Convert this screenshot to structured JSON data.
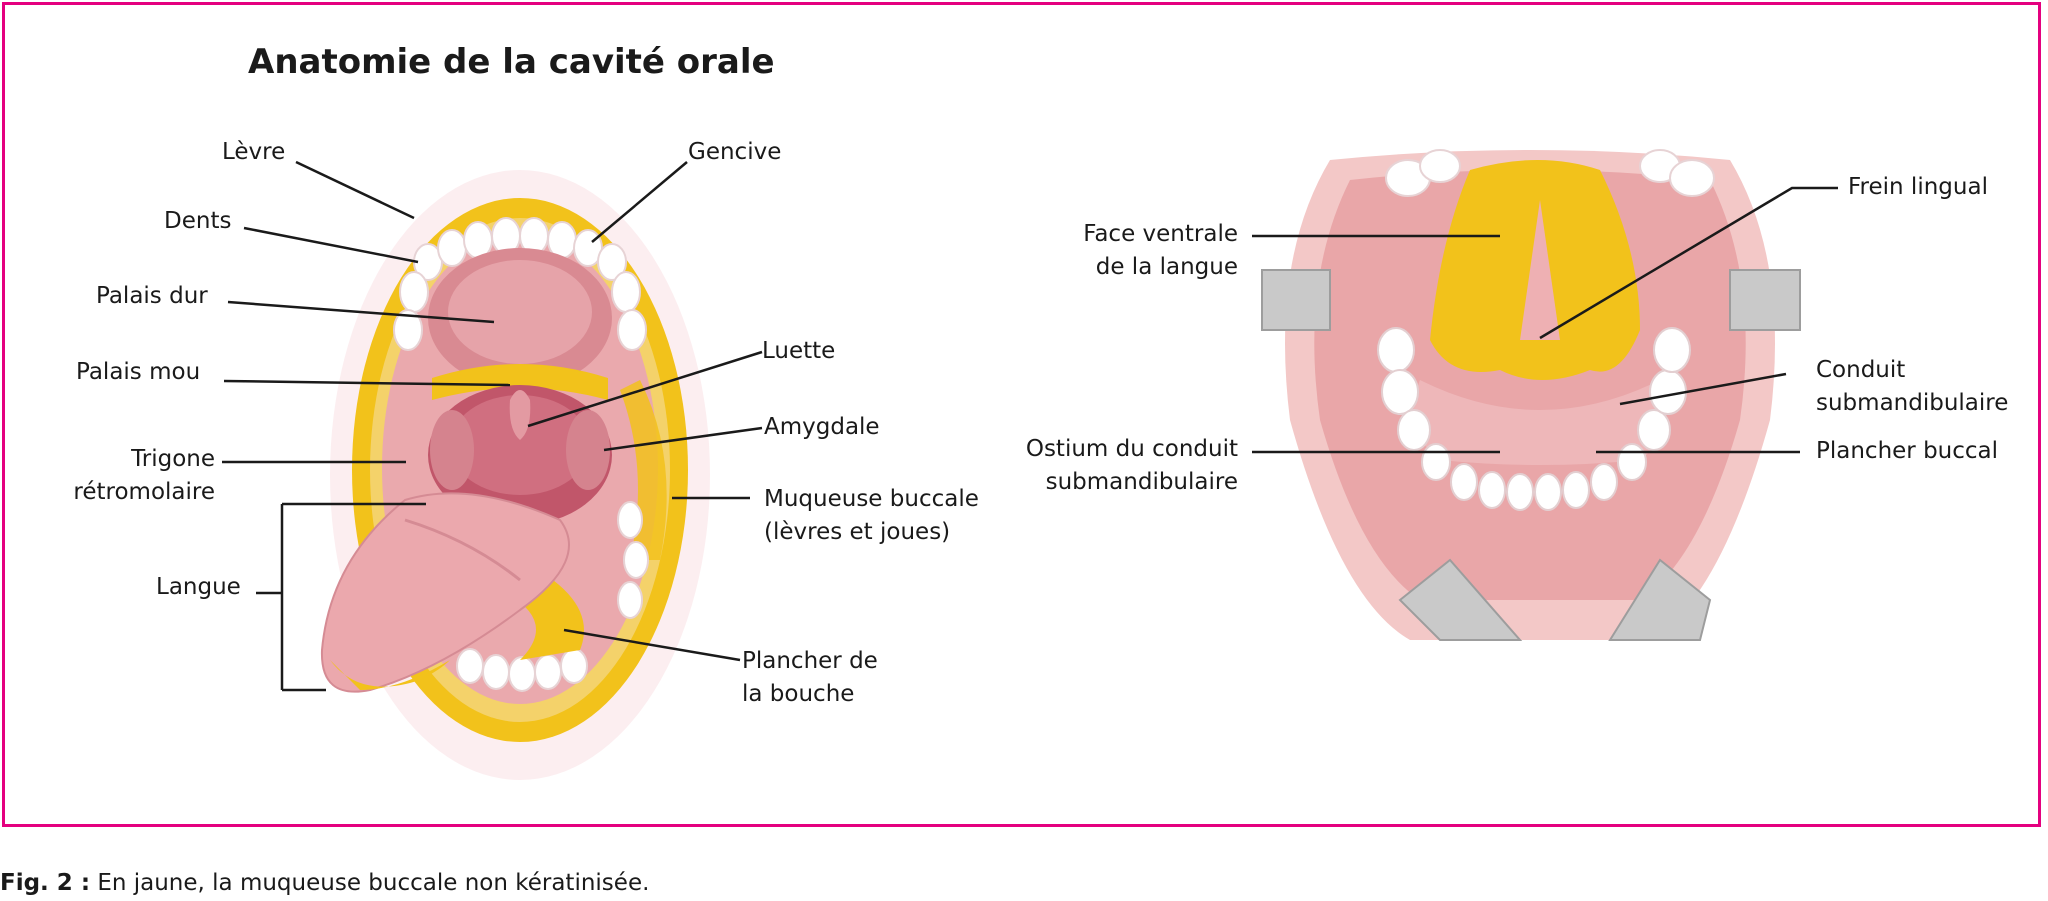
{
  "title": "Anatomie de la cavité orale",
  "left_labels": {
    "levre": "Lèvre",
    "dents": "Dents",
    "palais_dur": "Palais dur",
    "palais_mou": "Palais mou",
    "trigone_1": "Trigone",
    "trigone_2": "rétromolaire",
    "langue": "Langue",
    "gencive": "Gencive",
    "luette": "Luette",
    "amygdale": "Amygdale",
    "muqueuse_1": "Muqueuse buccale",
    "muqueuse_2": "(lèvres et joues)",
    "plancher_1": "Plancher de",
    "plancher_2": "la bouche"
  },
  "right_labels": {
    "face_1": "Face ventrale",
    "face_2": "de la langue",
    "frein": "Frein lingual",
    "conduit_1": "Conduit",
    "conduit_2": "submandibulaire",
    "ostium_1": "Ostium du conduit",
    "ostium_2": "submandibulaire",
    "plancher_buccal": "Plancher buccal"
  },
  "caption": {
    "prefix": "Fig. 2 :",
    "text": " En jaune, la muqueuse buccale non kératinisée."
  },
  "colors": {
    "frame": "#e4007f",
    "mucosa_highlight": "#f2c21b",
    "tissue": "#e8a3a8",
    "tissue_dark": "#c96b78",
    "teeth": "#ffffff",
    "instrument": "#c8c8c8"
  }
}
